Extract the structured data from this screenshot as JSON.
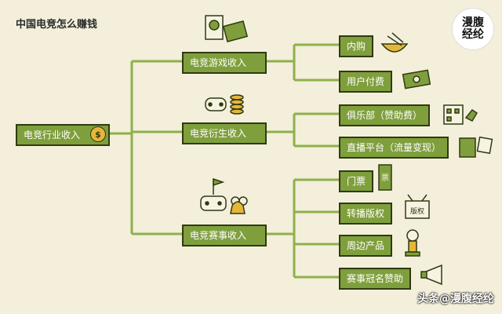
{
  "header": {
    "title": "中国电竞怎么赚钱"
  },
  "brand": {
    "logo_text": "漫腹经纶"
  },
  "footer": {
    "watermark": "头条@漫腹经纶"
  },
  "diagram": {
    "root": {
      "label": "电竞行业收入"
    },
    "branches": [
      {
        "label": "电竞游戏收入",
        "children": [
          {
            "label": "内购"
          },
          {
            "label": "用户付费"
          }
        ]
      },
      {
        "label": "电竞衍生收入",
        "children": [
          {
            "label": "俱乐部（赞助费）"
          },
          {
            "label": "直播平台（流量变现）"
          }
        ]
      },
      {
        "label": "电竞赛事收入",
        "children": [
          {
            "label": "门票"
          },
          {
            "label": "转播版权"
          },
          {
            "label": "周边产品"
          },
          {
            "label": "赛事冠名赞助"
          }
        ]
      }
    ],
    "icon_labels": {
      "copyright": "版权",
      "ticket": "票"
    }
  },
  "colors": {
    "node_fill": "#7f9f3c",
    "connector": "#8fb04a",
    "background": "#f3efdb"
  }
}
